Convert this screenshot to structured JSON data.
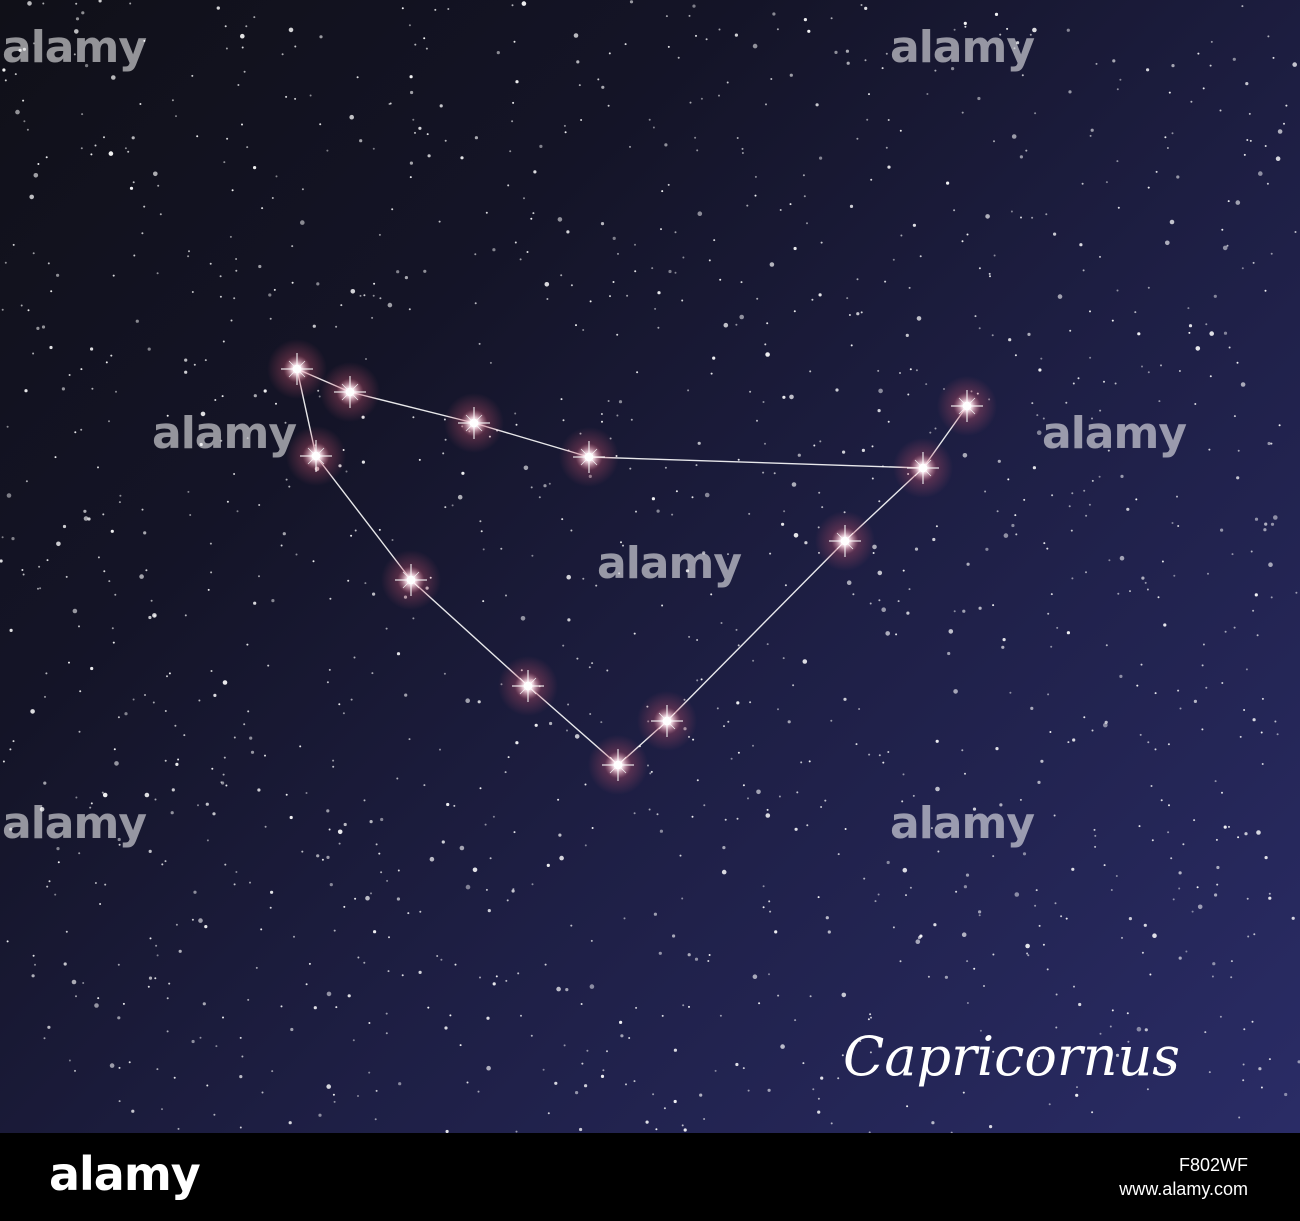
{
  "constellation": {
    "name": "Capricornus"
  },
  "watermark": {
    "text": "alamy"
  },
  "footer": {
    "logo": "alamy",
    "image_id": "F802WF",
    "url": "www.alamy.com"
  },
  "colors": {
    "sky_dark": "#101018",
    "sky_light": "#2a2c66",
    "star_glow": "#c0506a",
    "line": "#ffffff"
  }
}
